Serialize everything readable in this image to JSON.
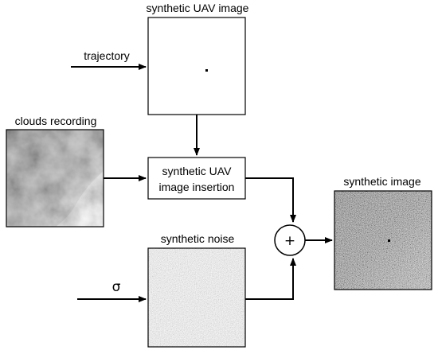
{
  "labels": {
    "synthetic_uav_image": "synthetic UAV image",
    "trajectory": "trajectory",
    "clouds_recording": "clouds recording",
    "insertion_line1": "synthetic UAV",
    "insertion_line2": "image insertion",
    "synthetic_noise": "synthetic noise",
    "sigma": "σ",
    "plus": "+",
    "synthetic_image": "synthetic image"
  },
  "colors": {
    "clouds_light": "#f4f4f4",
    "clouds_dark": "#8a8a8a",
    "noise_background": "#ececec",
    "output_background": "#8f8f8f"
  }
}
